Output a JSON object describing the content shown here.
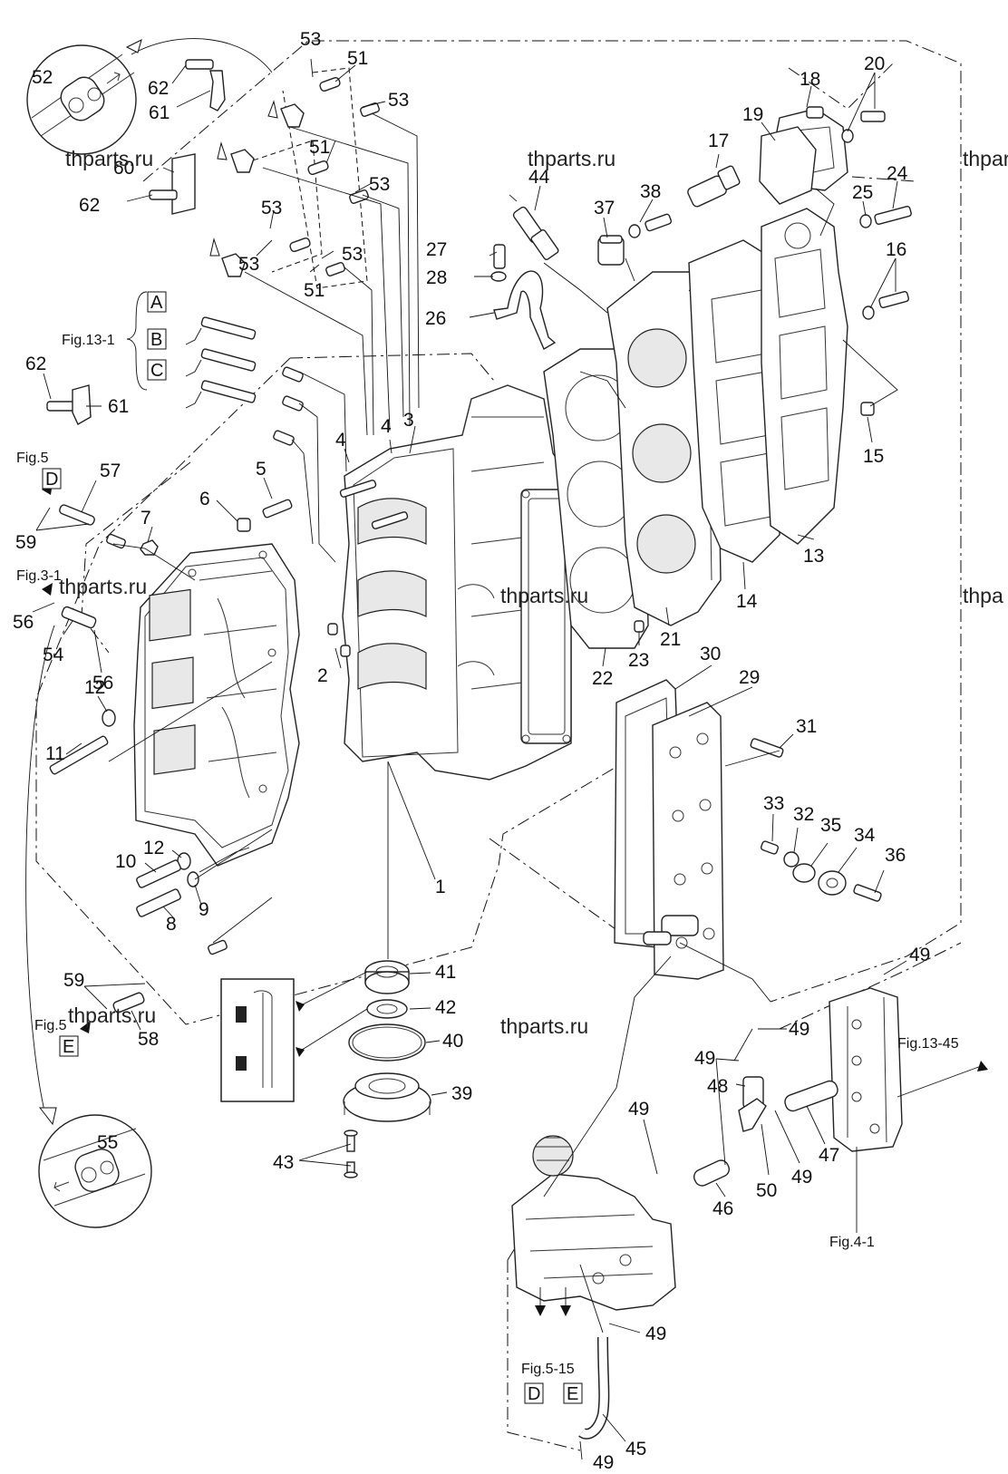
{
  "watermarks": [
    "thparts.ru",
    "thparts.ru",
    "thparts.ru",
    "thparts.ru",
    "thparts.ru",
    "thparts.ru",
    "thparts.ru",
    "thpa"
  ],
  "refs": {
    "fig13_1": "Fig.13-1",
    "fig5_a": "Fig.5",
    "fig3_1": "Fig.3-1",
    "fig5_b": "Fig.5",
    "fig13_45": "Fig.13-45",
    "fig4_1": "Fig.4-1",
    "fig5_15": "Fig.5-15"
  },
  "boxes": {
    "A": "A",
    "B": "B",
    "C": "C",
    "D1": "D",
    "E1": "E",
    "D2": "D",
    "E2": "E"
  },
  "callouts": {
    "c1": "1",
    "c2": "2",
    "c3": "3",
    "c4a": "4",
    "c4b": "4",
    "c5": "5",
    "c6": "6",
    "c7": "7",
    "c8": "8",
    "c9": "9",
    "c10": "10",
    "c11": "11",
    "c12a": "12",
    "c12b": "12",
    "c13": "13",
    "c14": "14",
    "c15": "15",
    "c16": "16",
    "c17": "17",
    "c18": "18",
    "c19": "19",
    "c20": "20",
    "c21": "21",
    "c22": "22",
    "c23": "23",
    "c24": "24",
    "c25": "25",
    "c26": "26",
    "c27": "27",
    "c28": "28",
    "c29": "29",
    "c30": "30",
    "c31": "31",
    "c32": "32",
    "c33": "33",
    "c34": "34",
    "c35": "35",
    "c36": "36",
    "c37": "37",
    "c38": "38",
    "c39": "39",
    "c40": "40",
    "c41": "41",
    "c42": "42",
    "c43": "43",
    "c44": "44",
    "c45": "45",
    "c46": "46",
    "c47": "47",
    "c48": "48",
    "c49a": "49",
    "c49b": "49",
    "c49c": "49",
    "c49d": "49",
    "c49e": "49",
    "c49f": "49",
    "c49g": "49",
    "c50": "50",
    "c51a": "51",
    "c51b": "51",
    "c51c": "51",
    "c52": "52",
    "c53a": "53",
    "c53b": "53",
    "c53c": "53",
    "c53d": "53",
    "c53e": "53",
    "c53f": "53",
    "c54": "54",
    "c55": "55",
    "c56a": "56",
    "c56b": "56",
    "c57": "57",
    "c58": "58",
    "c59a": "59",
    "c59b": "59",
    "c60": "60",
    "c61a": "61",
    "c61b": "61",
    "c62a": "62",
    "c62b": "62",
    "c62c": "62"
  }
}
